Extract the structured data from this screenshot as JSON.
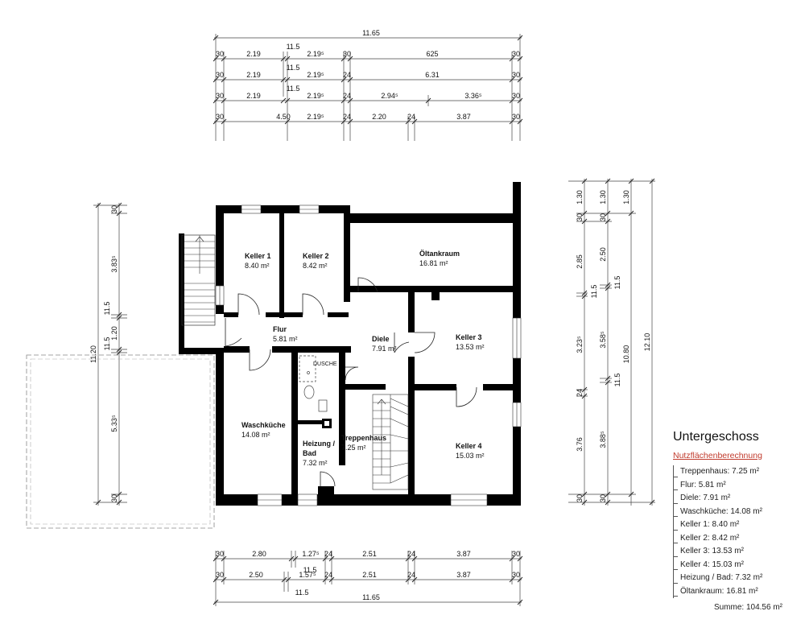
{
  "title": "Untergeschoss",
  "subtitle": "Nutzflächenberechnung",
  "rooms": [
    {
      "name": "Keller 1",
      "area": "8.40 m²"
    },
    {
      "name": "Keller 2",
      "area": "8.42 m²"
    },
    {
      "name": "Öltankraum",
      "area": "16.81 m²"
    },
    {
      "name": "Flur",
      "area": "5.81 m²"
    },
    {
      "name": "Diele",
      "area": "7.91 m²"
    },
    {
      "name": "Keller 3",
      "area": "13.53 m²"
    },
    {
      "name": "Waschküche",
      "area": "14.08 m²"
    },
    {
      "name": "Heizung /",
      "name2": "Bad",
      "area": "7.32 m²"
    },
    {
      "name": "Treppenhaus",
      "area": "7.25 m²"
    },
    {
      "name": "Keller 4",
      "area": "15.03 m²"
    }
  ],
  "fixture_label": "DUSCHE",
  "legend_items": [
    "Treppenhaus: 7.25 m²",
    "Flur: 5.81 m²",
    "Diele: 7.91 m²",
    "Waschküche: 14.08 m²",
    "Keller 1: 8.40 m²",
    "Keller 2: 8.42 m²",
    "Keller 3: 13.53 m²",
    "Keller 4: 15.03 m²",
    "Heizung / Bad: 7.32 m²",
    "Öltankraum: 16.81 m²"
  ],
  "sum": "Summe: 104.56 m²",
  "dims_top": {
    "overall": "11.65",
    "row1": [
      "30",
      "2.19",
      "11.5",
      "2.19⁵",
      "30",
      "625",
      "30"
    ],
    "row2": [
      "30",
      "2.19",
      "11.5",
      "2.19⁵",
      "24",
      "6.31",
      "30"
    ],
    "row3": [
      "30",
      "2.19",
      "11.5",
      "2.19⁵",
      "24",
      "2.94⁵",
      "3.36⁵",
      "30"
    ],
    "row4": [
      "30",
      "4.50",
      "2.19⁵",
      "24",
      "2.20",
      "24",
      "3.87",
      "30"
    ]
  },
  "dims_bottom": {
    "row1": [
      "30",
      "2.80",
      "1.27⁵",
      "24",
      "2.51",
      "24",
      "3.87",
      "30"
    ],
    "row1_extra": "11.5",
    "row2": [
      "30",
      "2.50",
      "1.57⁵",
      "24",
      "2.51",
      "24",
      "3.87",
      "30"
    ],
    "row2_extra": "11.5",
    "overall": "11.65"
  },
  "dims_left": {
    "segments": [
      "30",
      "3.83⁵",
      "11.5",
      "1.20",
      "11.5",
      "5.33⁵",
      "30"
    ],
    "overall": "11.20"
  },
  "dims_right": {
    "col1": [
      "1.30",
      "30",
      "2.85",
      "11.5",
      "3.23⁵",
      "24",
      "3.76",
      "30"
    ],
    "col2": [
      "1.30",
      "30",
      "2.50",
      "11.5",
      "3.58⁵",
      "11.5",
      "3.88⁵",
      "30"
    ],
    "col3": [
      "1.30",
      "10.80",
      "12.10"
    ]
  }
}
